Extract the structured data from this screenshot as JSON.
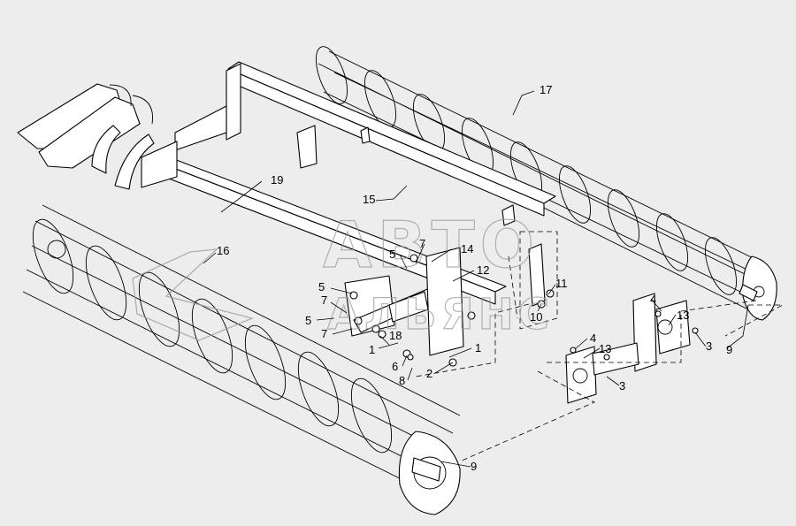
{
  "watermark": {
    "line1": "АВТО",
    "line2": "АЛЬЯНС"
  },
  "callouts": [
    {
      "id": "c17",
      "text": "17"
    },
    {
      "id": "c19",
      "text": "19"
    },
    {
      "id": "c15",
      "text": "15"
    },
    {
      "id": "c16",
      "text": "16"
    },
    {
      "id": "c5a",
      "text": "5"
    },
    {
      "id": "c7a",
      "text": "7"
    },
    {
      "id": "c14",
      "text": "14"
    },
    {
      "id": "c12",
      "text": "12"
    },
    {
      "id": "c5b",
      "text": "5"
    },
    {
      "id": "c7b",
      "text": "7"
    },
    {
      "id": "c5c",
      "text": "5"
    },
    {
      "id": "c7c",
      "text": "7"
    },
    {
      "id": "c18",
      "text": "18"
    },
    {
      "id": "c1a",
      "text": "1"
    },
    {
      "id": "c1b",
      "text": "1"
    },
    {
      "id": "c6",
      "text": "6"
    },
    {
      "id": "c8",
      "text": "8"
    },
    {
      "id": "c2",
      "text": "2"
    },
    {
      "id": "c11",
      "text": "11"
    },
    {
      "id": "c10",
      "text": "10"
    },
    {
      "id": "c4a",
      "text": "4"
    },
    {
      "id": "c13a",
      "text": "13"
    },
    {
      "id": "c3a",
      "text": "3"
    },
    {
      "id": "c9a",
      "text": "9"
    },
    {
      "id": "c4b",
      "text": "4"
    },
    {
      "id": "c13b",
      "text": "13"
    },
    {
      "id": "c3b",
      "text": "3"
    },
    {
      "id": "c9b",
      "text": "9"
    }
  ]
}
